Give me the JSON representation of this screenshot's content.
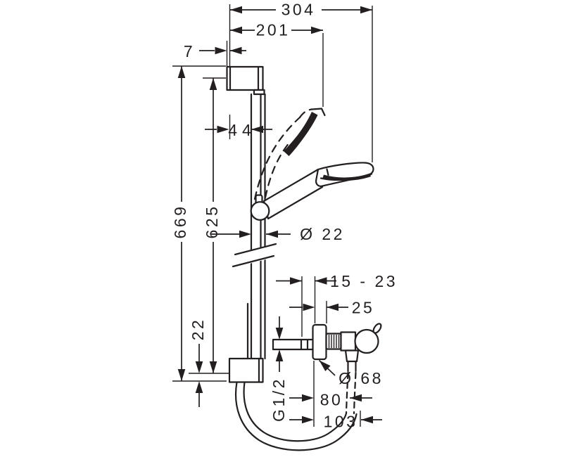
{
  "diagram": {
    "title_hint": "shower set dimensional drawing",
    "background": "#ffffff",
    "line_color": "#231f20",
    "dimensions": {
      "overall_width": "304",
      "handshower_width": "201",
      "wall_gap": "7",
      "bar_offset": "44",
      "overall_height": "669",
      "bar_height": "625",
      "bar_diameter": "Ø 22",
      "lower_offset": "22",
      "depth_range": "15 - 23",
      "valve_depth": "25",
      "escutcheon_diameter": "Ø 68",
      "outlet_offset": "80",
      "hose_offset": "103",
      "thread_size": "G1/2"
    }
  }
}
